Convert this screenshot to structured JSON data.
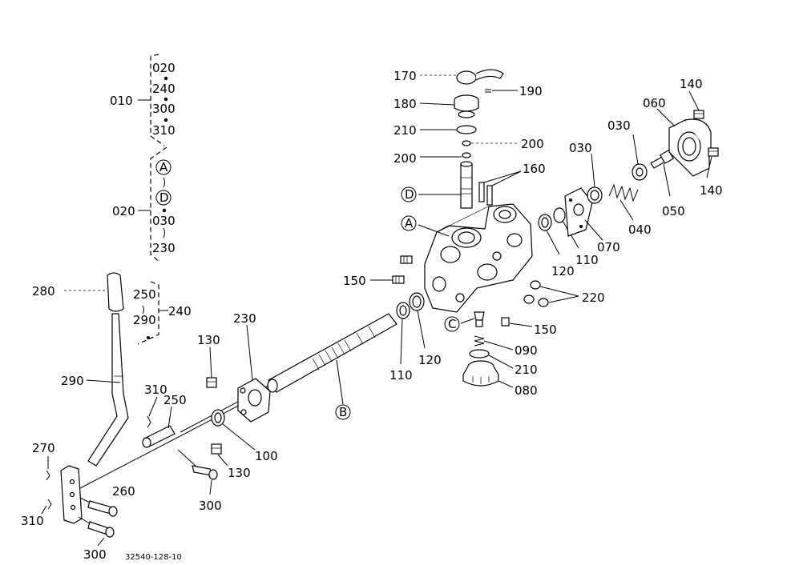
{
  "diagram": {
    "drawing_number": "32540-128-10",
    "callouts": {
      "c010": "010",
      "c020_top": "020",
      "c240_top": "240",
      "c300_top": "300",
      "c310_top": "310",
      "c020_mid": "020",
      "c030_mid": "030",
      "c230_mid": "230",
      "c170": "170",
      "c190": "190",
      "c180": "180",
      "c210_top": "210",
      "c200_right": "200",
      "c200_left": "200",
      "c160": "160",
      "c030_a": "030",
      "c030_b": "030",
      "c060": "060",
      "c140_top": "140",
      "c140_bot": "140",
      "c050": "050",
      "c040": "040",
      "c070": "070",
      "c110_right": "110",
      "c120_right": "120",
      "c220": "220",
      "c150_left": "150",
      "c150_right": "150",
      "c090": "090",
      "c210_bot": "210",
      "c080": "080",
      "c110_left": "110",
      "c120_left": "120",
      "c280": "280",
      "c250_top": "250",
      "c290_top": "290",
      "c240_right": "240",
      "c290_left": "290",
      "c230": "230",
      "c130_top": "130",
      "c310_mid": "310",
      "c250_mid": "250",
      "c100": "100",
      "c130_bot": "130",
      "c270": "270",
      "c260": "260",
      "c310_bot": "310",
      "c300_mid": "300",
      "c300_bot": "300"
    },
    "markers": {
      "A_top": "A",
      "D_top": "D",
      "A_body": "A",
      "D_body": "D",
      "C_body": "C",
      "B_body": "B"
    }
  }
}
